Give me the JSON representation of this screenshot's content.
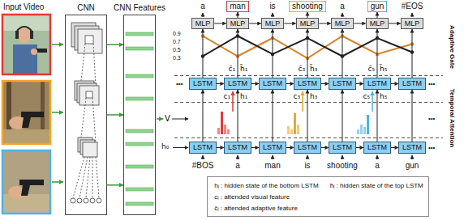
{
  "diagram": {
    "nodes": [
      {
        "text": [
          "CNN"
        ]
      },
      {
        "text": [
          "CNN Features"
        ]
      },
      {
        "text": [
          "man"
        ]
      },
      {
        "text": [
          "shooting"
        ]
      },
      {
        "text": [
          "gun"
        ]
      },
      {
        "text": [
          "MLP"
        ]
      },
      {
        "text": [
          "MLP"
        ]
      },
      {
        "text": [
          "MLP"
        ]
      },
      {
        "text": [
          "MLP"
        ]
      },
      {
        "text": [
          "MLP"
        ]
      },
      {
        "text": [
          "MLP"
        ]
      },
      {
        "text": [
          "MLP"
        ]
      },
      {
        "text": [
          "LSTM"
        ]
      },
      {
        "text": [
          "LSTM"
        ]
      },
      {
        "text": [
          "LSTM"
        ]
      },
      {
        "text": [
          "LSTM"
        ]
      },
      {
        "text": [
          "LSTM"
        ]
      },
      {
        "text": [
          "LSTM"
        ]
      },
      {
        "text": [
          "LSTM"
        ]
      },
      {
        "text": [
          "LSTM"
        ]
      },
      {
        "text": [
          "LSTM"
        ]
      },
      {
        "text": [
          "LSTM"
        ]
      },
      {
        "text": [
          "LSTM"
        ]
      },
      {
        "text": [
          "LSTM"
        ]
      },
      {
        "text": [
          "LSTM"
        ]
      },
      {
        "text": [
          "LSTM"
        ]
      },
      {
        "text": [
          "hᵢ : hidden state of the bottom LSTM",
          "h̄ᵢ : hidden state of the top LSTM",
          "cᵢ : attended visual feature",
          "c̄ᵢ : attended adaptive feature"
        ]
      }
    ],
    "edges": [
      {
        "from": 0,
        "to": 1,
        "arrow": "to"
      },
      {
        "from": 0,
        "to": 1,
        "arrow": "to"
      },
      {
        "from": 0,
        "to": 1,
        "arrow": "to"
      },
      {
        "from": 5,
        "to": 6,
        "arrow": "to"
      },
      {
        "from": 6,
        "to": 7,
        "arrow": "to"
      },
      {
        "from": 7,
        "to": 8,
        "arrow": "to"
      },
      {
        "from": 8,
        "to": 9,
        "arrow": "to"
      },
      {
        "from": 9,
        "to": 10,
        "arrow": "to"
      },
      {
        "from": 10,
        "to": 11,
        "arrow": "to"
      },
      {
        "from": 12,
        "to": 13,
        "arrow": "to"
      },
      {
        "from": 13,
        "to": 14,
        "arrow": "to"
      },
      {
        "from": 14,
        "to": 15,
        "arrow": "to"
      },
      {
        "from": 15,
        "to": 16,
        "arrow": "to"
      },
      {
        "from": 16,
        "to": 17,
        "arrow": "to"
      },
      {
        "from": 17,
        "to": 18,
        "arrow": "to"
      },
      {
        "from": 19,
        "to": 20,
        "arrow": "to"
      },
      {
        "from": 20,
        "to": 21,
        "arrow": "to"
      },
      {
        "from": 21,
        "to": 22,
        "arrow": "to"
      },
      {
        "from": 22,
        "to": 23,
        "arrow": "to"
      },
      {
        "from": 23,
        "to": 24,
        "arrow": "to"
      },
      {
        "from": 24,
        "to": 25,
        "arrow": "to"
      },
      {
        "from": 19,
        "to": 12,
        "arrow": "to"
      },
      {
        "from": 20,
        "to": 13,
        "arrow": "to"
      },
      {
        "from": 21,
        "to": 14,
        "arrow": "to"
      },
      {
        "from": 22,
        "to": 15,
        "arrow": "to"
      },
      {
        "from": 23,
        "to": 16,
        "arrow": "to"
      },
      {
        "from": 24,
        "to": 17,
        "arrow": "to"
      },
      {
        "from": 25,
        "to": 18,
        "arrow": "to"
      },
      {
        "from": 12,
        "to": 5,
        "arrow": "to"
      },
      {
        "from": 13,
        "to": 6,
        "arrow": "to"
      },
      {
        "from": 14,
        "to": 7,
        "arrow": "to"
      },
      {
        "from": 15,
        "to": 8,
        "arrow": "to"
      },
      {
        "from": 16,
        "to": 9,
        "arrow": "to"
      },
      {
        "from": 17,
        "to": 10,
        "arrow": "to"
      },
      {
        "from": 18,
        "to": 11,
        "arrow": "to"
      },
      {
        "from": 6,
        "to": 2,
        "arrow": "to"
      },
      {
        "from": 8,
        "to": 3,
        "arrow": "to"
      },
      {
        "from": 10,
        "to": 4,
        "arrow": "to"
      }
    ],
    "labels": [
      "Input Video",
      "a",
      "is",
      "a",
      "#EOS",
      "0.9",
      "0.7",
      "0.5",
      "0.3",
      "Adaptive Gate",
      "c̄₁",
      "h̄₁",
      "c̄₃",
      "h̄₃",
      "c̄₅",
      "h̄₅",
      "c₁",
      "h₁",
      "c₃",
      "h₃",
      "c₅",
      "h₅",
      "Temporal Attention",
      "V",
      "h₀",
      "•••",
      "•••",
      "•••",
      "•••",
      "#BOS",
      "a",
      "man",
      "is",
      "shooting",
      "a",
      "gun"
    ]
  }
}
